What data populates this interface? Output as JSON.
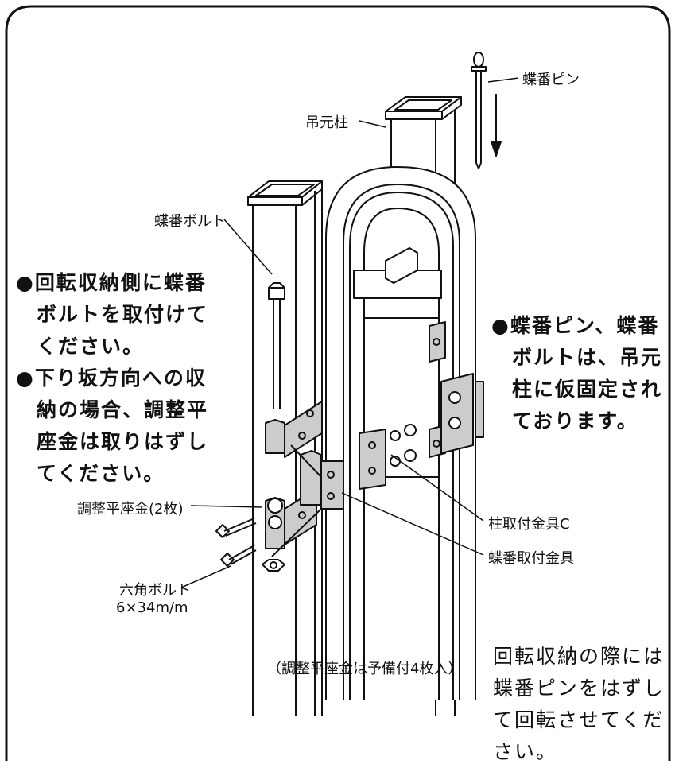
{
  "labels": {
    "pin": "蝶番ピン",
    "post": "吊元柱",
    "bolt": "蝶番ボルト",
    "washer": "調整平座金(2枚)",
    "hex_bolt": "六角ボルト",
    "hex_bolt_size": "6×34m/m",
    "bracket_c": "柱取付金具C",
    "hinge_bracket": "蝶番取付金具"
  },
  "notes": {
    "left_top": [
      "●回転収納側に蝶番",
      "ボルトを取付けて",
      "ください。"
    ],
    "left_bottom": [
      "●下り坂方向への収",
      "納の場合、調整平",
      "座金は取りはずし",
      "てください。"
    ],
    "right_top": [
      "●蝶番ピン、蝶番",
      "ボルトは、吊元",
      "柱に仮固定され",
      "ております。"
    ],
    "right_bottom": [
      "回転収納の際には",
      "蝶番ピンをはずし",
      "て回転させてくだ",
      "さい。"
    ]
  },
  "caption": "（調整平座金は予備付4枚入）"
}
